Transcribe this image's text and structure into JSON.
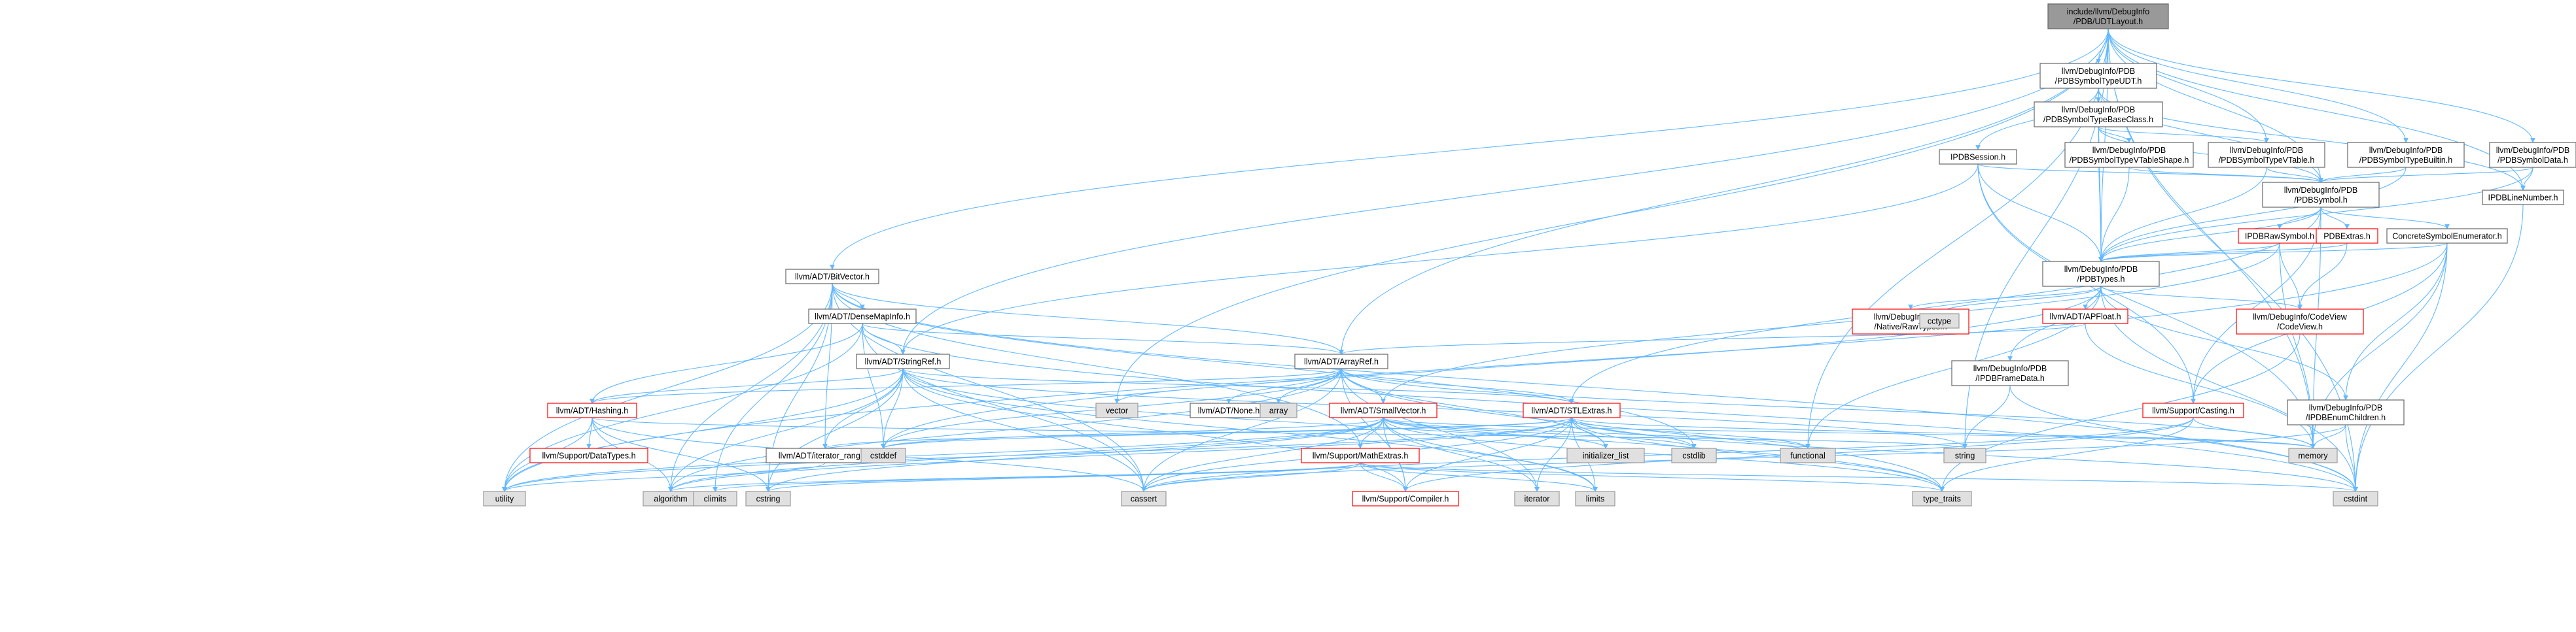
{
  "colors": {
    "edge": "#63b8ff",
    "root_fill": "#999999",
    "normal_fill": "#ffffff",
    "normal_border": "#666666",
    "external_fill": "#e0e0e0",
    "external_border": "#999999",
    "error_border": "#ff0000",
    "normal_text": "#000000",
    "error_text": "#ff0000"
  },
  "nodes": [
    {
      "id": "root",
      "kind": "root",
      "lines": [
        "include/llvm/DebugInfo",
        "/PDB/UDTLayout.h"
      ]
    },
    {
      "id": "udt",
      "kind": "normal",
      "lines": [
        "llvm/DebugInfo/PDB",
        "/PDBSymbolTypeUDT.h"
      ]
    },
    {
      "id": "baseclass",
      "kind": "normal",
      "lines": [
        "llvm/DebugInfo/PDB",
        "/PDBSymbolTypeBaseClass.h"
      ]
    },
    {
      "id": "ipdbsession",
      "kind": "normal",
      "lines": [
        "IPDBSession.h"
      ]
    },
    {
      "id": "vtshape",
      "kind": "normal",
      "lines": [
        "llvm/DebugInfo/PDB",
        "/PDBSymbolTypeVTableShape.h"
      ]
    },
    {
      "id": "vtable",
      "kind": "normal",
      "lines": [
        "llvm/DebugInfo/PDB",
        "/PDBSymbolTypeVTable.h"
      ]
    },
    {
      "id": "builtin",
      "kind": "normal",
      "lines": [
        "llvm/DebugInfo/PDB",
        "/PDBSymbolTypeBuiltin.h"
      ]
    },
    {
      "id": "symdata",
      "kind": "normal",
      "lines": [
        "llvm/DebugInfo/PDB",
        "/PDBSymbolData.h"
      ]
    },
    {
      "id": "pdbsymbol",
      "kind": "normal",
      "lines": [
        "llvm/DebugInfo/PDB",
        "/PDBSymbol.h"
      ]
    },
    {
      "id": "linenumber",
      "kind": "normal",
      "lines": [
        "IPDBLineNumber.h"
      ]
    },
    {
      "id": "rawsymbol",
      "kind": "error",
      "lines": [
        "IPDBRawSymbol.h"
      ]
    },
    {
      "id": "pdbextras",
      "kind": "error",
      "lines": [
        "PDBExtras.h"
      ]
    },
    {
      "id": "concreteenum",
      "kind": "normal",
      "lines": [
        "ConcreteSymbolEnumerator.h"
      ]
    },
    {
      "id": "pdbtypes",
      "kind": "normal",
      "lines": [
        "llvm/DebugInfo/PDB",
        "/PDBTypes.h"
      ]
    },
    {
      "id": "bitvector",
      "kind": "normal",
      "lines": [
        "llvm/ADT/BitVector.h"
      ]
    },
    {
      "id": "densemapinfo",
      "kind": "normal",
      "lines": [
        "llvm/ADT/DenseMapInfo.h"
      ]
    },
    {
      "id": "nativeraw",
      "kind": "error",
      "lines": [
        "llvm/DebugInfo/PDB",
        "/Native/RawTypes.h"
      ]
    },
    {
      "id": "apfloat",
      "kind": "error",
      "lines": [
        "llvm/ADT/APFloat.h"
      ]
    },
    {
      "id": "codeview",
      "kind": "error",
      "lines": [
        "llvm/DebugInfo/CodeView",
        "/CodeView.h"
      ]
    },
    {
      "id": "cctype",
      "kind": "external",
      "lines": [
        "cctype"
      ]
    },
    {
      "id": "framedata",
      "kind": "normal",
      "lines": [
        "llvm/DebugInfo/PDB",
        "/IPDBFrameData.h"
      ]
    },
    {
      "id": "enumchildren",
      "kind": "normal",
      "lines": [
        "llvm/DebugInfo/PDB",
        "/IPDBEnumChildren.h"
      ]
    },
    {
      "id": "stringref",
      "kind": "normal",
      "lines": [
        "llvm/ADT/StringRef.h"
      ]
    },
    {
      "id": "arrayref",
      "kind": "normal",
      "lines": [
        "llvm/ADT/ArrayRef.h"
      ]
    },
    {
      "id": "hashing",
      "kind": "error",
      "lines": [
        "llvm/ADT/Hashing.h"
      ]
    },
    {
      "id": "smallvector",
      "kind": "error",
      "lines": [
        "llvm/ADT/SmallVector.h"
      ]
    },
    {
      "id": "stlextras",
      "kind": "error",
      "lines": [
        "llvm/ADT/STLExtras.h"
      ]
    },
    {
      "id": "casting",
      "kind": "error",
      "lines": [
        "llvm/Support/Casting.h"
      ]
    },
    {
      "id": "none",
      "kind": "normal",
      "lines": [
        "llvm/ADT/None.h"
      ]
    },
    {
      "id": "datatypes",
      "kind": "error",
      "lines": [
        "llvm/Support/DataTypes.h"
      ]
    },
    {
      "id": "iterrange",
      "kind": "normal",
      "lines": [
        "llvm/ADT/iterator_range.h"
      ]
    },
    {
      "id": "mathextras",
      "kind": "error",
      "lines": [
        "llvm/Support/MathExtras.h"
      ]
    },
    {
      "id": "compiler",
      "kind": "error",
      "lines": [
        "llvm/Support/Compiler.h"
      ]
    },
    {
      "id": "vector",
      "kind": "external",
      "lines": [
        "vector"
      ]
    },
    {
      "id": "array",
      "kind": "external",
      "lines": [
        "array"
      ]
    },
    {
      "id": "cstddef",
      "kind": "external",
      "lines": [
        "cstddef"
      ]
    },
    {
      "id": "initlist",
      "kind": "external",
      "lines": [
        "initializer_list"
      ]
    },
    {
      "id": "cstdlib",
      "kind": "external",
      "lines": [
        "cstdlib"
      ]
    },
    {
      "id": "functional",
      "kind": "external",
      "lines": [
        "functional"
      ]
    },
    {
      "id": "string",
      "kind": "external",
      "lines": [
        "string"
      ]
    },
    {
      "id": "memory",
      "kind": "external",
      "lines": [
        "memory"
      ]
    },
    {
      "id": "utility",
      "kind": "external",
      "lines": [
        "utility"
      ]
    },
    {
      "id": "algorithm",
      "kind": "external",
      "lines": [
        "algorithm"
      ]
    },
    {
      "id": "climits",
      "kind": "external",
      "lines": [
        "climits"
      ]
    },
    {
      "id": "cstring",
      "kind": "external",
      "lines": [
        "cstring"
      ]
    },
    {
      "id": "cassert",
      "kind": "external",
      "lines": [
        "cassert"
      ]
    },
    {
      "id": "iterator",
      "kind": "external",
      "lines": [
        "iterator"
      ]
    },
    {
      "id": "limits",
      "kind": "external",
      "lines": [
        "limits"
      ]
    },
    {
      "id": "typetraits",
      "kind": "external",
      "lines": [
        "type_traits"
      ]
    },
    {
      "id": "cstdint",
      "kind": "external",
      "lines": [
        "cstdint"
      ]
    }
  ],
  "edges": [
    [
      "root",
      "udt"
    ],
    [
      "root",
      "baseclass"
    ],
    [
      "root",
      "vtable"
    ],
    [
      "root",
      "builtin"
    ],
    [
      "root",
      "symdata"
    ],
    [
      "root",
      "pdbsymbol"
    ],
    [
      "root",
      "pdbtypes"
    ],
    [
      "root",
      "bitvector"
    ],
    [
      "root",
      "stringref"
    ],
    [
      "root",
      "arrayref"
    ],
    [
      "root",
      "vector"
    ],
    [
      "root",
      "memory"
    ],
    [
      "root",
      "cstdint"
    ],
    [
      "root",
      "linenumber"
    ],
    [
      "root",
      "functional"
    ],
    [
      "root",
      "string"
    ],
    [
      "udt",
      "baseclass"
    ],
    [
      "udt",
      "ipdbsession"
    ],
    [
      "udt",
      "pdbsymbol"
    ],
    [
      "udt",
      "pdbtypes"
    ],
    [
      "udt",
      "linenumber"
    ],
    [
      "baseclass",
      "vtshape"
    ],
    [
      "baseclass",
      "vtable"
    ],
    [
      "baseclass",
      "pdbsymbol"
    ],
    [
      "baseclass",
      "pdbtypes"
    ],
    [
      "ipdbsession",
      "pdbsymbol"
    ],
    [
      "ipdbsession",
      "pdbtypes"
    ],
    [
      "ipdbsession",
      "stringref"
    ],
    [
      "ipdbsession",
      "casting"
    ],
    [
      "ipdbsession",
      "memory"
    ],
    [
      "vtshape",
      "pdbsymbol"
    ],
    [
      "vtshape",
      "pdbtypes"
    ],
    [
      "vtable",
      "pdbsymbol"
    ],
    [
      "vtable",
      "pdbtypes"
    ],
    [
      "builtin",
      "pdbsymbol"
    ],
    [
      "builtin",
      "pdbtypes"
    ],
    [
      "symdata",
      "pdbsymbol"
    ],
    [
      "symdata",
      "pdbtypes"
    ],
    [
      "symdata",
      "linenumber"
    ],
    [
      "pdbsymbol",
      "rawsymbol"
    ],
    [
      "pdbsymbol",
      "pdbextras"
    ],
    [
      "pdbsymbol",
      "concreteenum"
    ],
    [
      "pdbsymbol",
      "pdbtypes"
    ],
    [
      "pdbsymbol",
      "casting"
    ],
    [
      "pdbsymbol",
      "stlextras"
    ],
    [
      "pdbsymbol",
      "memory"
    ],
    [
      "linenumber",
      "cstdint"
    ],
    [
      "rawsymbol",
      "pdbtypes"
    ],
    [
      "rawsymbol",
      "codeview"
    ],
    [
      "rawsymbol",
      "smallvector"
    ],
    [
      "rawsymbol",
      "memory"
    ],
    [
      "pdbextras",
      "codeview"
    ],
    [
      "pdbextras",
      "pdbtypes"
    ],
    [
      "concreteenum",
      "pdbtypes"
    ],
    [
      "concreteenum",
      "enumchildren"
    ],
    [
      "concreteenum",
      "casting"
    ],
    [
      "concreteenum",
      "memory"
    ],
    [
      "concreteenum",
      "cstdint"
    ],
    [
      "concreteenum",
      "utility"
    ],
    [
      "pdbtypes",
      "nativeraw"
    ],
    [
      "pdbtypes",
      "apfloat"
    ],
    [
      "pdbtypes",
      "codeview"
    ],
    [
      "pdbtypes",
      "cctype"
    ],
    [
      "pdbtypes",
      "framedata"
    ],
    [
      "pdbtypes",
      "enumchildren"
    ],
    [
      "pdbtypes",
      "cstddef"
    ],
    [
      "pdbtypes",
      "cstdint"
    ],
    [
      "pdbtypes",
      "functional"
    ],
    [
      "bitvector",
      "densemapinfo"
    ],
    [
      "bitvector",
      "arrayref"
    ],
    [
      "bitvector",
      "iterrange"
    ],
    [
      "bitvector",
      "mathextras"
    ],
    [
      "bitvector",
      "algorithm"
    ],
    [
      "bitvector",
      "cassert"
    ],
    [
      "bitvector",
      "climits"
    ],
    [
      "bitvector",
      "cstdint"
    ],
    [
      "bitvector",
      "cstdlib"
    ],
    [
      "bitvector",
      "cstring"
    ],
    [
      "bitvector",
      "utility"
    ],
    [
      "densemapinfo",
      "hashing"
    ],
    [
      "densemapinfo",
      "stringref"
    ],
    [
      "densemapinfo",
      "arrayref"
    ],
    [
      "densemapinfo",
      "cassert"
    ],
    [
      "densemapinfo",
      "cstddef"
    ],
    [
      "densemapinfo",
      "cstdint"
    ],
    [
      "densemapinfo",
      "utility"
    ],
    [
      "apfloat",
      "arrayref"
    ],
    [
      "apfloat",
      "memory"
    ],
    [
      "codeview",
      "typetraits"
    ],
    [
      "framedata",
      "string"
    ],
    [
      "framedata",
      "cstdint"
    ],
    [
      "enumchildren",
      "cassert"
    ],
    [
      "enumchildren",
      "cstdint"
    ],
    [
      "enumchildren",
      "memory"
    ],
    [
      "stringref",
      "stlextras"
    ],
    [
      "stringref",
      "compiler"
    ],
    [
      "stringref",
      "iterrange"
    ],
    [
      "stringref",
      "algorithm"
    ],
    [
      "stringref",
      "cassert"
    ],
    [
      "stringref",
      "cstddef"
    ],
    [
      "stringref",
      "cstring"
    ],
    [
      "stringref",
      "limits"
    ],
    [
      "stringref",
      "string"
    ],
    [
      "stringref",
      "typetraits"
    ],
    [
      "stringref",
      "utility"
    ],
    [
      "stringref",
      "hashing"
    ],
    [
      "arrayref",
      "hashing"
    ],
    [
      "arrayref",
      "none"
    ],
    [
      "arrayref",
      "smallvector"
    ],
    [
      "arrayref",
      "stlextras"
    ],
    [
      "arrayref",
      "compiler"
    ],
    [
      "arrayref",
      "algorithm"
    ],
    [
      "arrayref",
      "array"
    ],
    [
      "arrayref",
      "cassert"
    ],
    [
      "arrayref",
      "cstddef"
    ],
    [
      "arrayref",
      "initlist"
    ],
    [
      "arrayref",
      "iterator"
    ],
    [
      "arrayref",
      "memory"
    ],
    [
      "arrayref",
      "type_traits_dummy"
    ],
    [
      "arrayref",
      "vector"
    ],
    [
      "arrayref",
      "typetraits"
    ],
    [
      "hashing",
      "datatypes"
    ],
    [
      "hashing",
      "algorithm"
    ],
    [
      "hashing",
      "cassert"
    ],
    [
      "hashing",
      "cstring"
    ],
    [
      "hashing",
      "string"
    ],
    [
      "hashing",
      "tuple_dummy"
    ],
    [
      "hashing",
      "utility"
    ],
    [
      "smallvector",
      "compiler"
    ],
    [
      "smallvector",
      "mathextras"
    ],
    [
      "smallvector",
      "algorithm"
    ],
    [
      "smallvector",
      "cassert"
    ],
    [
      "smallvector",
      "cstddef"
    ],
    [
      "smallvector",
      "cstdlib"
    ],
    [
      "smallvector",
      "cstring"
    ],
    [
      "smallvector",
      "functional"
    ],
    [
      "smallvector",
      "initlist"
    ],
    [
      "smallvector",
      "iterator"
    ],
    [
      "smallvector",
      "limits"
    ],
    [
      "smallvector",
      "memory"
    ],
    [
      "smallvector",
      "typetraits"
    ],
    [
      "smallvector",
      "utility"
    ],
    [
      "stlextras",
      "iterrange"
    ],
    [
      "stlextras",
      "algorithm"
    ],
    [
      "stlextras",
      "cassert"
    ],
    [
      "stlextras",
      "cstddef"
    ],
    [
      "stlextras",
      "cstdint"
    ],
    [
      "stlextras",
      "cstdlib"
    ],
    [
      "stlextras",
      "functional"
    ],
    [
      "stlextras",
      "initlist"
    ],
    [
      "stlextras",
      "iterator"
    ],
    [
      "stlextras",
      "limits"
    ],
    [
      "stlextras",
      "memory"
    ],
    [
      "stlextras",
      "typetraits"
    ],
    [
      "stlextras",
      "utility"
    ],
    [
      "stlextras",
      "compiler"
    ],
    [
      "casting",
      "compiler"
    ],
    [
      "casting",
      "cassert"
    ],
    [
      "casting",
      "memory"
    ],
    [
      "casting",
      "typetraits"
    ],
    [
      "datatypes",
      "utility_dummy"
    ],
    [
      "iterrange",
      "utility"
    ],
    [
      "mathextras",
      "compiler"
    ],
    [
      "mathextras",
      "algorithm"
    ],
    [
      "mathextras",
      "cassert"
    ],
    [
      "mathextras",
      "climits"
    ],
    [
      "mathextras",
      "cstdint"
    ],
    [
      "mathextras",
      "cstring"
    ],
    [
      "mathextras",
      "limits"
    ],
    [
      "mathextras",
      "typetraits"
    ]
  ]
}
